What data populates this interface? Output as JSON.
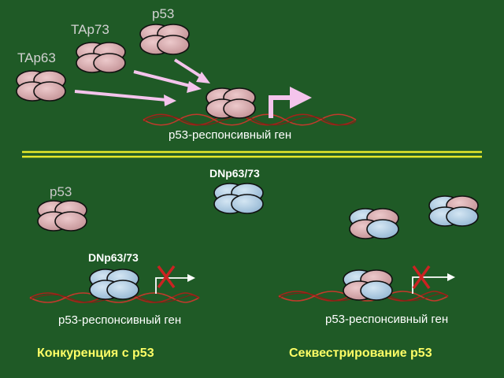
{
  "top": {
    "labels": {
      "tap63": "TAp63",
      "tap73": "TAp73",
      "p53": "p53"
    },
    "gene_label": "p53-респонсивный ген"
  },
  "bottom_left": {
    "p53_label": "p53",
    "dnp_label": "DNp63/73",
    "gene_label": "p53-респонсивный ген",
    "caption": "Конкуренция с p53"
  },
  "bottom_right": {
    "dnp_label": "DNp63/73",
    "gene_label": "p53-респонсивный ген",
    "caption": "Секвестрирование p53"
  },
  "colors": {
    "background": "#1f5a26",
    "p53_family_protein": "#d4a5a8",
    "dnp_protein": "#a9c8e0",
    "arrow": "#f4c4ec",
    "dna_strand": "#a3241a",
    "separator": "#e6e82a",
    "block_mark": "#cc2222"
  }
}
